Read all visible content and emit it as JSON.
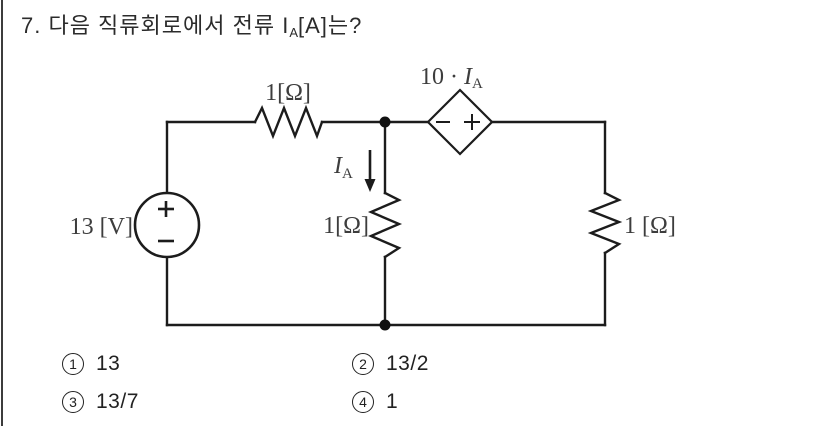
{
  "question": {
    "number_and_prefix": "7. 다음 직류회로에서 전류 I",
    "current_subscript": "A",
    "suffix": "[A]는?"
  },
  "circuit": {
    "voltage_source_label": "13 [V]",
    "voltage_source_plus": "+",
    "voltage_source_minus": "−",
    "top_resistor_label": "1[Ω]",
    "middle_resistor_label": "1[Ω]",
    "right_resistor_label": "1 [Ω]",
    "dependent_source_prefix": "10 · ",
    "dependent_source_var": "I",
    "dependent_source_sub": "A",
    "dependent_source_minus": "−",
    "dependent_source_plus": "+",
    "current_var": "I",
    "current_sub": "A"
  },
  "choices": [
    {
      "marker": "1",
      "label": "13"
    },
    {
      "marker": "2",
      "label": "13/2"
    },
    {
      "marker": "3",
      "label": "13/7"
    },
    {
      "marker": "4",
      "label": "1"
    }
  ],
  "colors": {
    "wire": "#1c1c1c",
    "label": "#3d3d3d",
    "text": "#2b2b2b"
  }
}
